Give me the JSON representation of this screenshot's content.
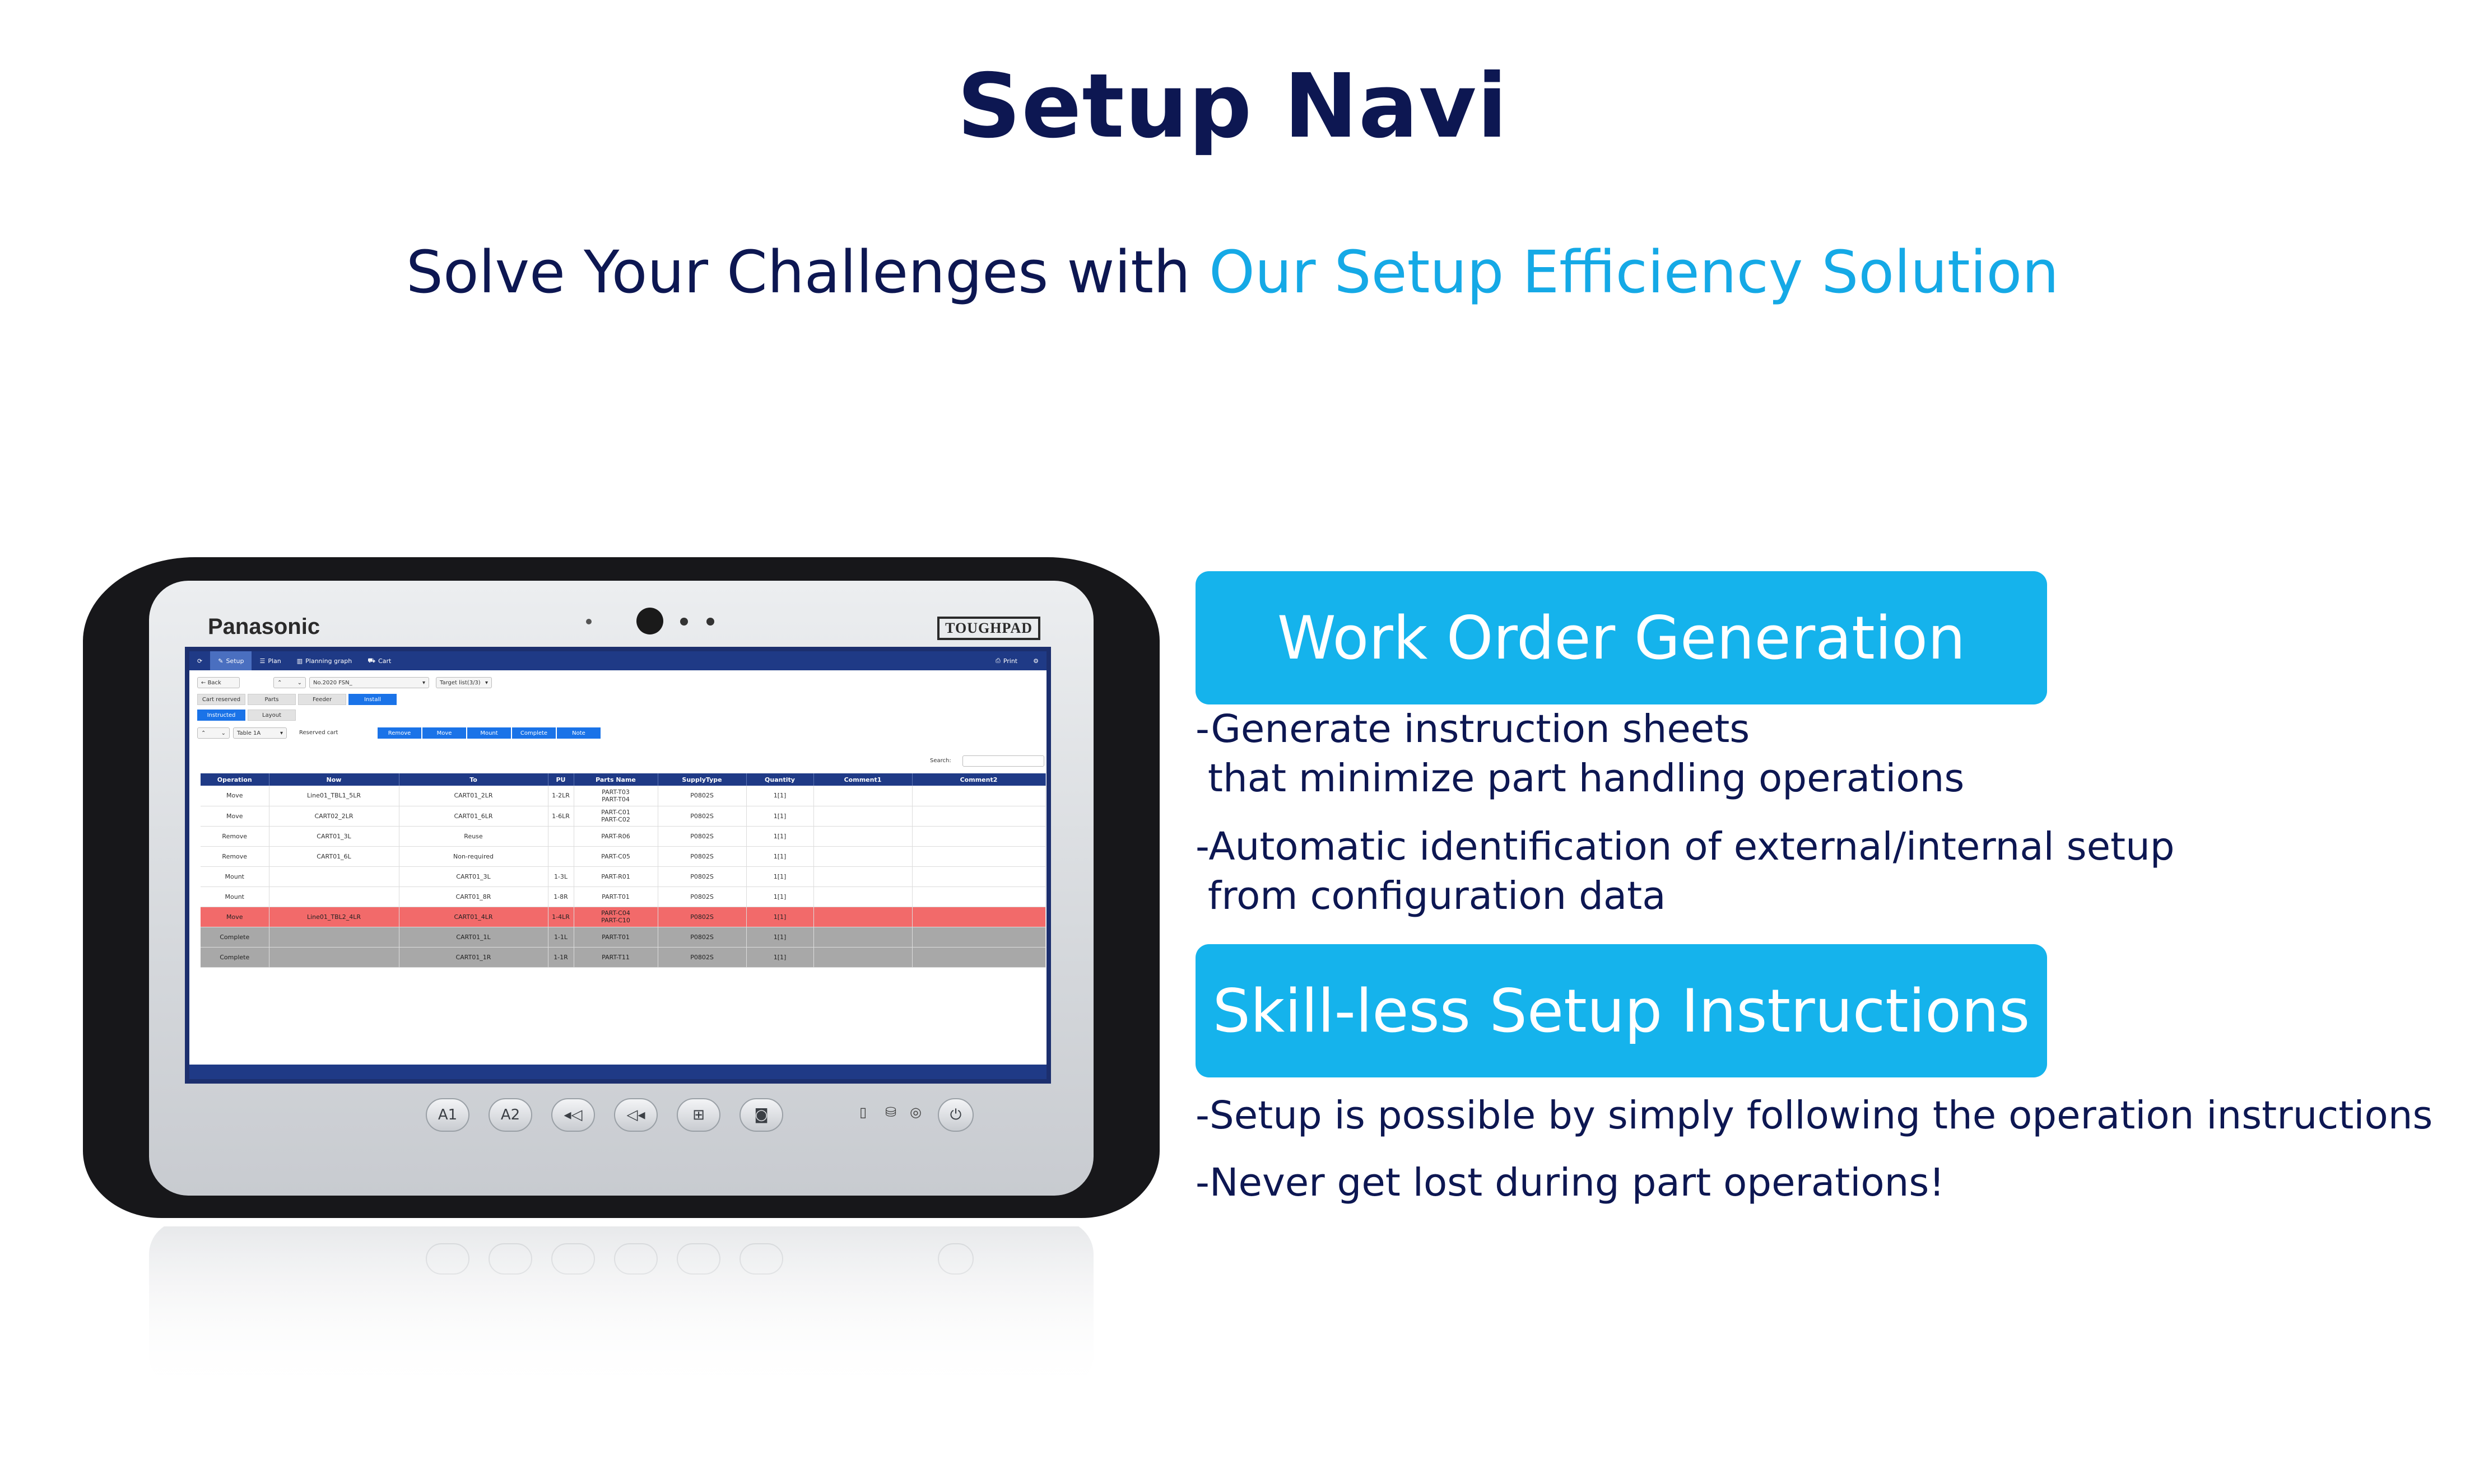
{
  "header": {
    "title": "Setup Navi",
    "subtitle_main": "Solve Your Challenges with ",
    "subtitle_accent": "Our Setup Efficiency Solution"
  },
  "colors": {
    "navy": "#0d1752",
    "accent": "#15a9e6",
    "feature_box": "#15b3ec",
    "app_nav": "#1f3a86",
    "row_highlight": "#f26a6a",
    "row_complete": "#a8a8a8"
  },
  "device": {
    "brand": "Panasonic",
    "model": "TOUGHPAD",
    "buttons": [
      "A1",
      "A2",
      "◂◁",
      "◁◂",
      "⊞",
      "◙"
    ]
  },
  "app": {
    "nav": [
      {
        "label": "Setup",
        "icon": "wrench-icon"
      },
      {
        "label": "Plan",
        "icon": "list-icon"
      },
      {
        "label": "Planning graph",
        "icon": "chart-icon"
      },
      {
        "label": "Cart",
        "icon": "cart-icon"
      }
    ],
    "print_label": "Print",
    "back_label": "Back",
    "program_select": "No.2020 FSN_",
    "target_list": "Target list(3/3)",
    "tabs_row1": [
      "Cart reserved",
      "Parts",
      "Feeder",
      "Install"
    ],
    "tabs_row2": [
      "Instructed",
      "Layout"
    ],
    "table_select": "Table 1A",
    "reserved_cart_label": "Reserved cart",
    "action_buttons": [
      "Remove",
      "Move",
      "Mount",
      "Complete",
      "Note"
    ],
    "search_label": "Search:",
    "columns": [
      "Operation",
      "Now",
      "To",
      "PU",
      "Parts Name",
      "SupplyType",
      "Quantity",
      "Comment1",
      "Comment2"
    ],
    "rows": [
      {
        "state": "normal",
        "cells": [
          "Move",
          "Line01_TBL1_5LR",
          "CART01_2LR",
          "1-2LR",
          "PART-T03\nPART-T04",
          "P0802S",
          "1[1]",
          "",
          ""
        ]
      },
      {
        "state": "normal",
        "cells": [
          "Move",
          "CART02_2LR",
          "CART01_6LR",
          "1-6LR",
          "PART-C01\nPART-C02",
          "P0802S",
          "1[1]",
          "",
          ""
        ]
      },
      {
        "state": "normal",
        "cells": [
          "Remove",
          "CART01_3L",
          "Reuse",
          "",
          "PART-R06",
          "P0802S",
          "1[1]",
          "",
          ""
        ]
      },
      {
        "state": "normal",
        "cells": [
          "Remove",
          "CART01_6L",
          "Non-required",
          "",
          "PART-C05",
          "P0802S",
          "1[1]",
          "",
          ""
        ]
      },
      {
        "state": "normal",
        "cells": [
          "Mount",
          "",
          "CART01_3L",
          "1-3L",
          "PART-R01",
          "P0802S",
          "1[1]",
          "",
          ""
        ]
      },
      {
        "state": "normal",
        "cells": [
          "Mount",
          "",
          "CART01_8R",
          "1-8R",
          "PART-T01",
          "P0802S",
          "1[1]",
          "",
          ""
        ]
      },
      {
        "state": "highlight",
        "cells": [
          "Move",
          "Line01_TBL2_4LR",
          "CART01_4LR",
          "1-4LR",
          "PART-C04\nPART-C10",
          "P0802S",
          "1[1]",
          "",
          ""
        ]
      },
      {
        "state": "complete",
        "cells": [
          "Complete",
          "",
          "CART01_1L",
          "1-1L",
          "PART-T01",
          "P0802S",
          "1[1]",
          "",
          ""
        ]
      },
      {
        "state": "complete",
        "cells": [
          "Complete",
          "",
          "CART01_1R",
          "1-1R",
          "PART-T11",
          "P0802S",
          "1[1]",
          "",
          ""
        ]
      }
    ]
  },
  "features": [
    {
      "title": "Work Order Generation",
      "bullets": [
        [
          "-Generate instruction sheets",
          " that minimize part handling operations"
        ],
        [
          "-Automatic identification of external/internal setup",
          " from configuration data"
        ]
      ]
    },
    {
      "title": "Skill-less Setup Instructions",
      "bullets": [
        [
          "-Setup is possible by simply following the operation instructions"
        ],
        [
          "-Never get lost during part operations!"
        ]
      ]
    }
  ]
}
